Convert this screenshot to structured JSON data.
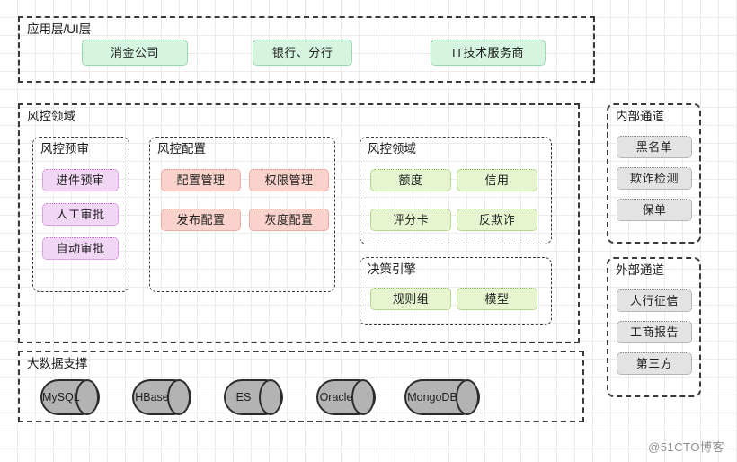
{
  "diagram": {
    "watermark": "@51CTO博客",
    "app_layer": {
      "title": "应用层/UI层",
      "items": [
        {
          "label": "消金公司"
        },
        {
          "label": "银行、分行"
        },
        {
          "label": "IT技术服务商"
        }
      ]
    },
    "risk_domain": {
      "title": "风控领域",
      "pre_approval": {
        "title": "风控预审",
        "items": [
          {
            "label": "进件预审"
          },
          {
            "label": "人工审批"
          },
          {
            "label": "自动审批"
          }
        ]
      },
      "config": {
        "title": "风控配置",
        "items": [
          {
            "label": "配置管理"
          },
          {
            "label": "权限管理"
          },
          {
            "label": "发布配置"
          },
          {
            "label": "灰度配置"
          }
        ]
      },
      "domain_inner": {
        "title": "风控领域",
        "items": [
          {
            "label": "额度"
          },
          {
            "label": "信用"
          },
          {
            "label": "评分卡"
          },
          {
            "label": "反欺诈"
          }
        ]
      },
      "decision_engine": {
        "title": "决策引擎",
        "items": [
          {
            "label": "规则组"
          },
          {
            "label": "模型"
          }
        ]
      }
    },
    "internal_channel": {
      "title": "内部通道",
      "items": [
        {
          "label": "黑名单"
        },
        {
          "label": "欺诈检测"
        },
        {
          "label": "保单"
        }
      ]
    },
    "external_channel": {
      "title": "外部通道",
      "items": [
        {
          "label": "人行征信"
        },
        {
          "label": "工商报告"
        },
        {
          "label": "第三方"
        }
      ]
    },
    "big_data": {
      "title": "大数据支撑",
      "items": [
        {
          "label": "MySQL"
        },
        {
          "label": "HBase"
        },
        {
          "label": "ES"
        },
        {
          "label": "Oracle"
        },
        {
          "label": "MongoDB"
        }
      ]
    }
  }
}
